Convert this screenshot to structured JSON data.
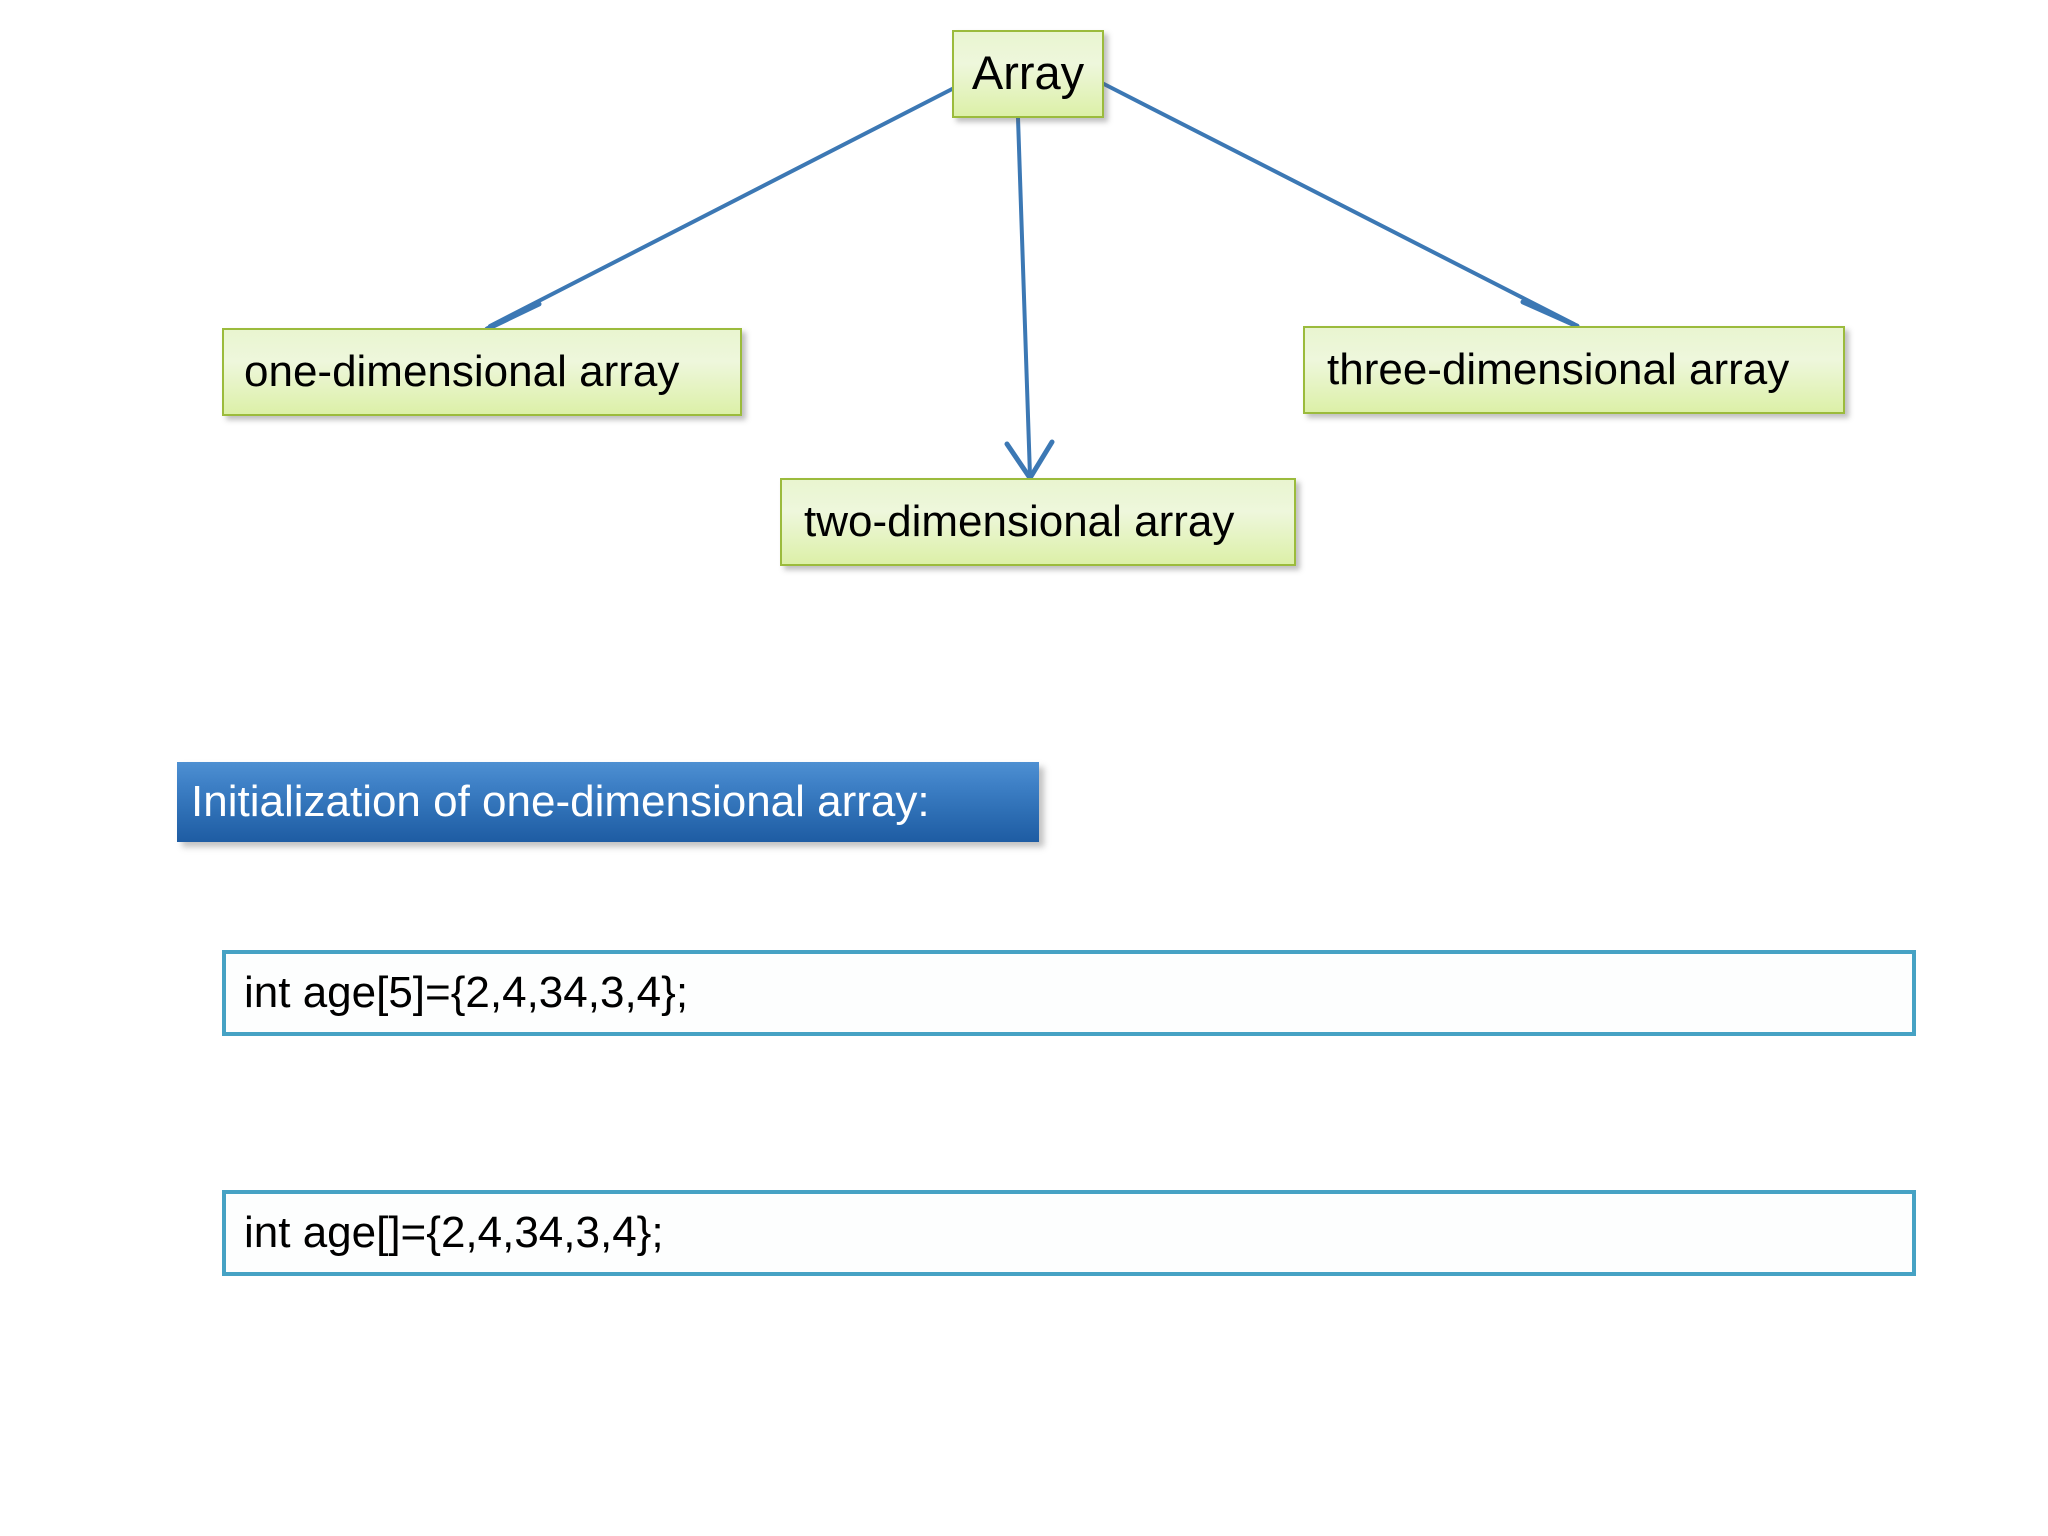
{
  "diagram": {
    "root": {
      "label": "Array"
    },
    "children": [
      {
        "label": "one-dimensional array"
      },
      {
        "label": "two-dimensional array"
      },
      {
        "label": "three-dimensional array"
      }
    ],
    "connectors": [
      {
        "name": "array-to-one-dimensional",
        "from": "Array",
        "to": "one-dimensional array"
      },
      {
        "name": "array-to-two-dimensional",
        "from": "Array",
        "to": "two-dimensional array"
      },
      {
        "name": "array-to-three-dimensional",
        "from": "Array",
        "to": "three-dimensional array"
      }
    ]
  },
  "section": {
    "heading": "Initialization of one-dimensional array:"
  },
  "code_examples": [
    {
      "code": "int age[5]={2,4,34,3,4};"
    },
    {
      "code": "int age[]={2,4,34,3,4};"
    }
  ],
  "colors": {
    "node_fill_top": "#E9F5D0",
    "node_fill_bottom": "#DCF0A8",
    "node_border": "#9BBB3C",
    "connector": "#3C78B4",
    "banner_top": "#4E90D2",
    "banner_bottom": "#1E5CA3",
    "banner_text": "#FFFFFF",
    "code_border": "#46A2C4",
    "code_fill": "#FDFEFE",
    "background": "#FFFFFF"
  }
}
